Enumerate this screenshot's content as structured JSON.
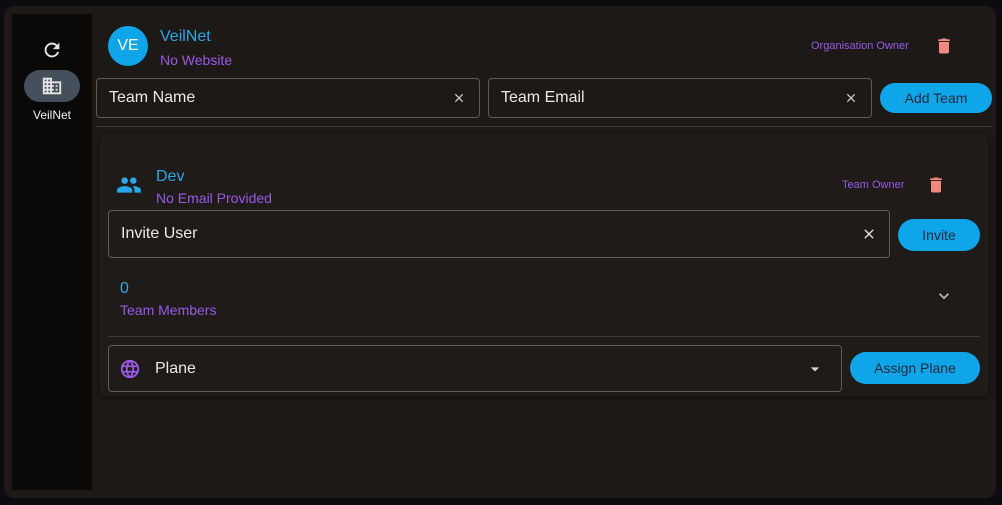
{
  "sidebar": {
    "refresh_icon": "refresh-icon",
    "org_icon": "building-icon",
    "org_label": "VeilNet"
  },
  "organisation": {
    "avatar_initials": "VE",
    "name": "VeilNet",
    "website": "No Website",
    "role": "Organisation Owner",
    "team_name_placeholder": "Team Name",
    "team_email_placeholder": "Team Email",
    "add_team_label": "Add Team"
  },
  "team": {
    "name": "Dev",
    "email": "No Email Provided",
    "role": "Team Owner",
    "invite_placeholder": "Invite User",
    "invite_label": "Invite",
    "member_count": "0",
    "member_label": "Team Members",
    "plane_select_value": "Plane",
    "assign_plane_label": "Assign Plane"
  },
  "colors": {
    "accent": "#0ea5e9",
    "secondary": "#9b59e6",
    "danger": "#f08a80",
    "background": "#1c1917"
  }
}
